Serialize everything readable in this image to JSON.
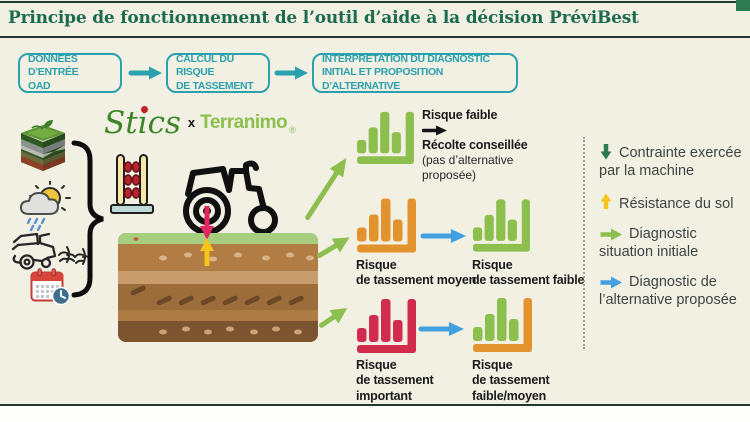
{
  "colors": {
    "background": "#f2f0e3",
    "rule": "#22372e",
    "title": "#1c6b4e",
    "teal": "#2aa1ad",
    "green": "#8cbf4d",
    "dark_green": "#2e7b50",
    "orange": "#e2932d",
    "red": "#d12b4e",
    "pink": "#e12860",
    "yellow": "#f6c51c",
    "blue": "#42a0e0"
  },
  "header": {
    "title": "Principe de fonctionnement de l’outil d’aide à la décision PréviBest"
  },
  "flow": {
    "steps": [
      "DONNÉES D’ENTRÉE\nOAD",
      "CALCUL DU RISQUE\nDE TASSEMENT",
      "INTERPRÉTATION DU DIAGNOSTIC\nINITIAL ET PROPOSITION D’ALTERNATIVE"
    ]
  },
  "logos": {
    "stics": "Stics",
    "times": "x",
    "terranimo": "Terranimo",
    "registered": "®"
  },
  "input_icons": [
    "soil-profile",
    "weather",
    "harvester",
    "calendar-clock"
  ],
  "diagnostics": {
    "initial_low": {
      "chart_color": "green",
      "label": "Risque faible",
      "action": "Récolte conseillée",
      "action_note": "(pas d’alternative\nproposée)"
    },
    "initial_medium": {
      "chart_color": "orange",
      "label": "Risque\nde tassement moyen"
    },
    "alt_medium": {
      "chart_color": "green",
      "label": "Risque\nde tassement faible"
    },
    "initial_high": {
      "chart_color": "red",
      "label": "Risque\nde tassement\nimportant"
    },
    "alt_high": {
      "chart_color": "green-orange",
      "label": "Risque\nde tassement\nfaible/moyen"
    }
  },
  "legend": {
    "items": [
      {
        "icon": "arrow-down",
        "color": "#2e7b50",
        "label": "Contrainte exercée\npar la machine"
      },
      {
        "icon": "arrow-up",
        "color": "#f6c51c",
        "label": "Résistance du sol"
      },
      {
        "icon": "arrow-right",
        "color": "#8cbf4d",
        "label": "Diagnostic\nsituation initiale"
      },
      {
        "icon": "arrow-right",
        "color": "#42a0e0",
        "label": "Diagnostic de\nl’alternative proposée"
      }
    ]
  }
}
